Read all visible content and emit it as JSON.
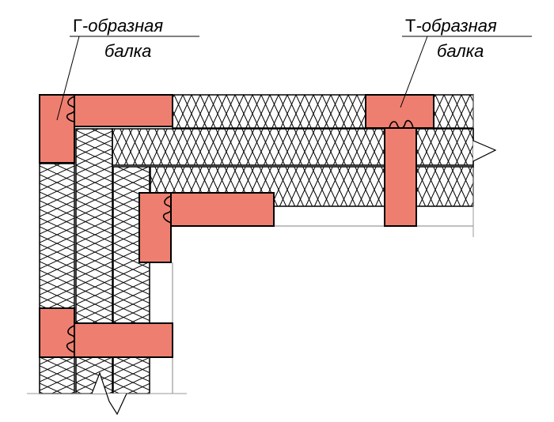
{
  "labels": {
    "g_beam": {
      "letter": "Г",
      "line1_rest": "-образная",
      "line2": "балка"
    },
    "t_beam": {
      "letter": "Т",
      "line1_rest": "-образная",
      "line2": "балка"
    }
  },
  "colors": {
    "timber": "#ee7f70",
    "insulation_fill": "#ffffff",
    "stroke": "#000000",
    "thin": "#9a9a9a"
  }
}
